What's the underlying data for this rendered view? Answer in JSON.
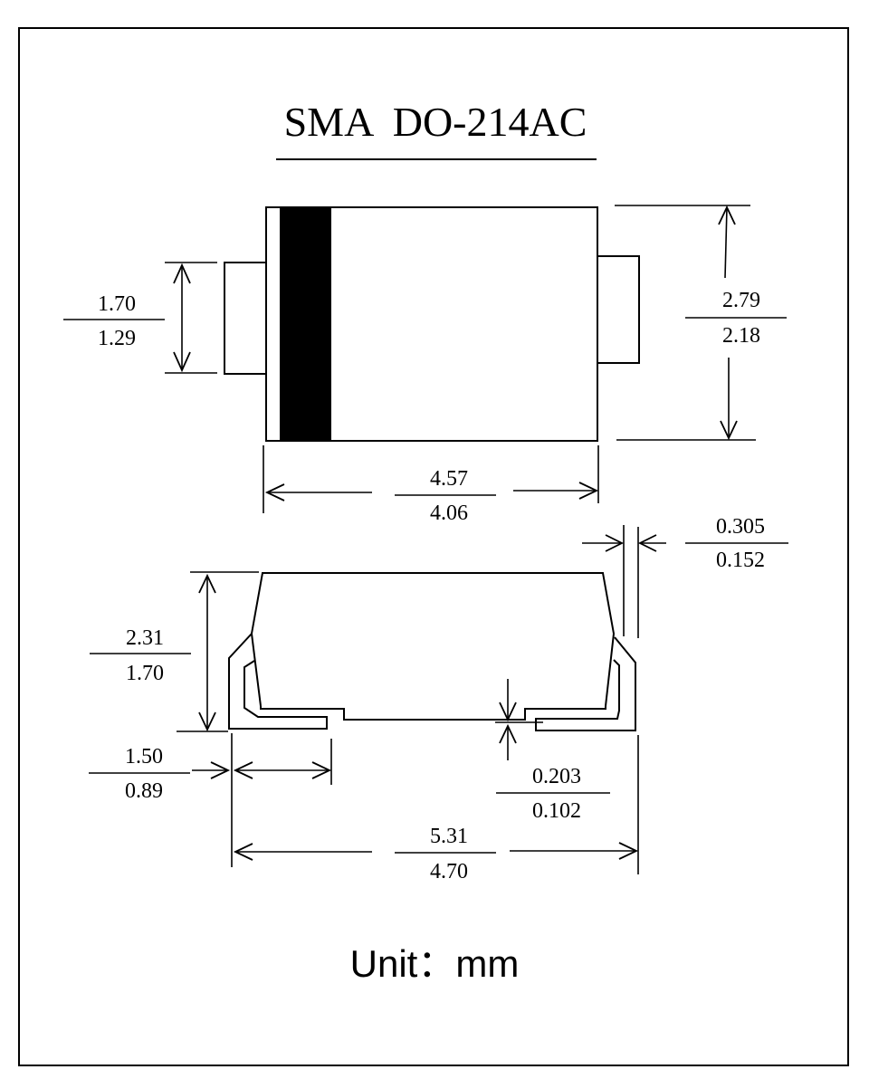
{
  "title": "SMA  DO-214AC",
  "unit_label": "Unit：mm",
  "colors": {
    "ink": "#000000",
    "paper": "#ffffff"
  },
  "top_view": {
    "lead_width": {
      "max": "1.70",
      "min": "1.29"
    },
    "body_width": {
      "max": "2.79",
      "min": "2.18"
    },
    "body_length": {
      "max": "4.57",
      "min": "4.06"
    }
  },
  "side_view": {
    "lead_thickness": {
      "max": "0.305",
      "min": "0.152"
    },
    "body_height": {
      "max": "2.31",
      "min": "1.70"
    },
    "lead_length": {
      "max": "1.50",
      "min": "0.89"
    },
    "standoff": {
      "max": "0.203",
      "min": "0.102"
    },
    "overall_length": {
      "max": "5.31",
      "min": "4.70"
    }
  }
}
